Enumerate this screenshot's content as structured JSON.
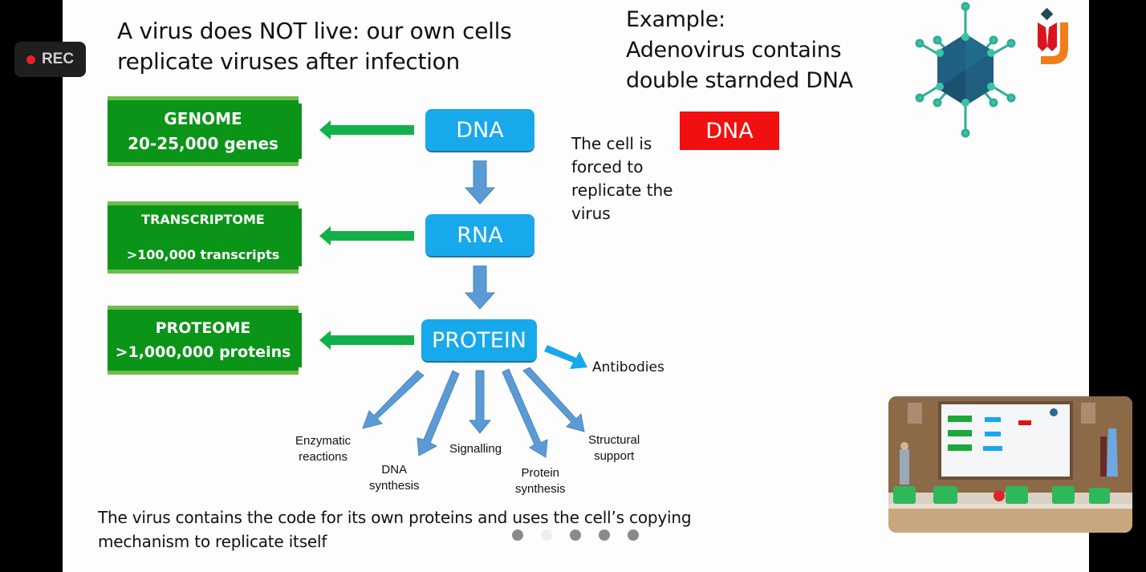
{
  "recording": {
    "label": "REC",
    "status_color": "#e8202a"
  },
  "slide": {
    "title_lines": [
      "A virus does NOT live: our own cells",
      "replicate viruses after infection"
    ],
    "example_lines": [
      "Example:",
      "Adenovirus contains",
      "double starnded DNA"
    ],
    "example_badge": {
      "label": "DNA",
      "color": "#f20f0f"
    },
    "logo_icon": "university-tulip-u-logo",
    "virus_icon": "adenovirus-illustration",
    "green_boxes": [
      {
        "title": "GENOME",
        "detail": "20-25,000 genes"
      },
      {
        "title": "TRANSCRIPTOME",
        "detail": ">100,000 transcripts"
      },
      {
        "title": "PROTEOME",
        "detail": ">1,000,000 proteins"
      }
    ],
    "blue_boxes": [
      "DNA",
      "RNA",
      "PROTEIN"
    ],
    "cell_note_lines": [
      "The cell is",
      "forced to",
      "replicate the",
      "virus"
    ],
    "antibodies_label": "Antibodies",
    "functions": [
      {
        "lines": [
          "Enzymatic",
          "reactions"
        ]
      },
      {
        "lines": [
          "DNA",
          "synthesis"
        ]
      },
      {
        "lines": [
          "Signalling"
        ]
      },
      {
        "lines": [
          "Protein",
          "synthesis"
        ]
      },
      {
        "lines": [
          "Structural",
          "support"
        ]
      }
    ],
    "footer_lines": [
      "The virus contains the code for its own proteins and uses the cell’s copying",
      "mechanism to replicate itself"
    ],
    "colors": {
      "green_box": "#0a9418",
      "green_arrow": "#12b04a",
      "blue_box": "#18a8ec",
      "blue_arrow": "#5b9bd5"
    }
  },
  "pagination": {
    "total": 5,
    "current_inactive_index": 1
  },
  "video_thumbnail": {
    "description": "speaker-camera-feed"
  }
}
